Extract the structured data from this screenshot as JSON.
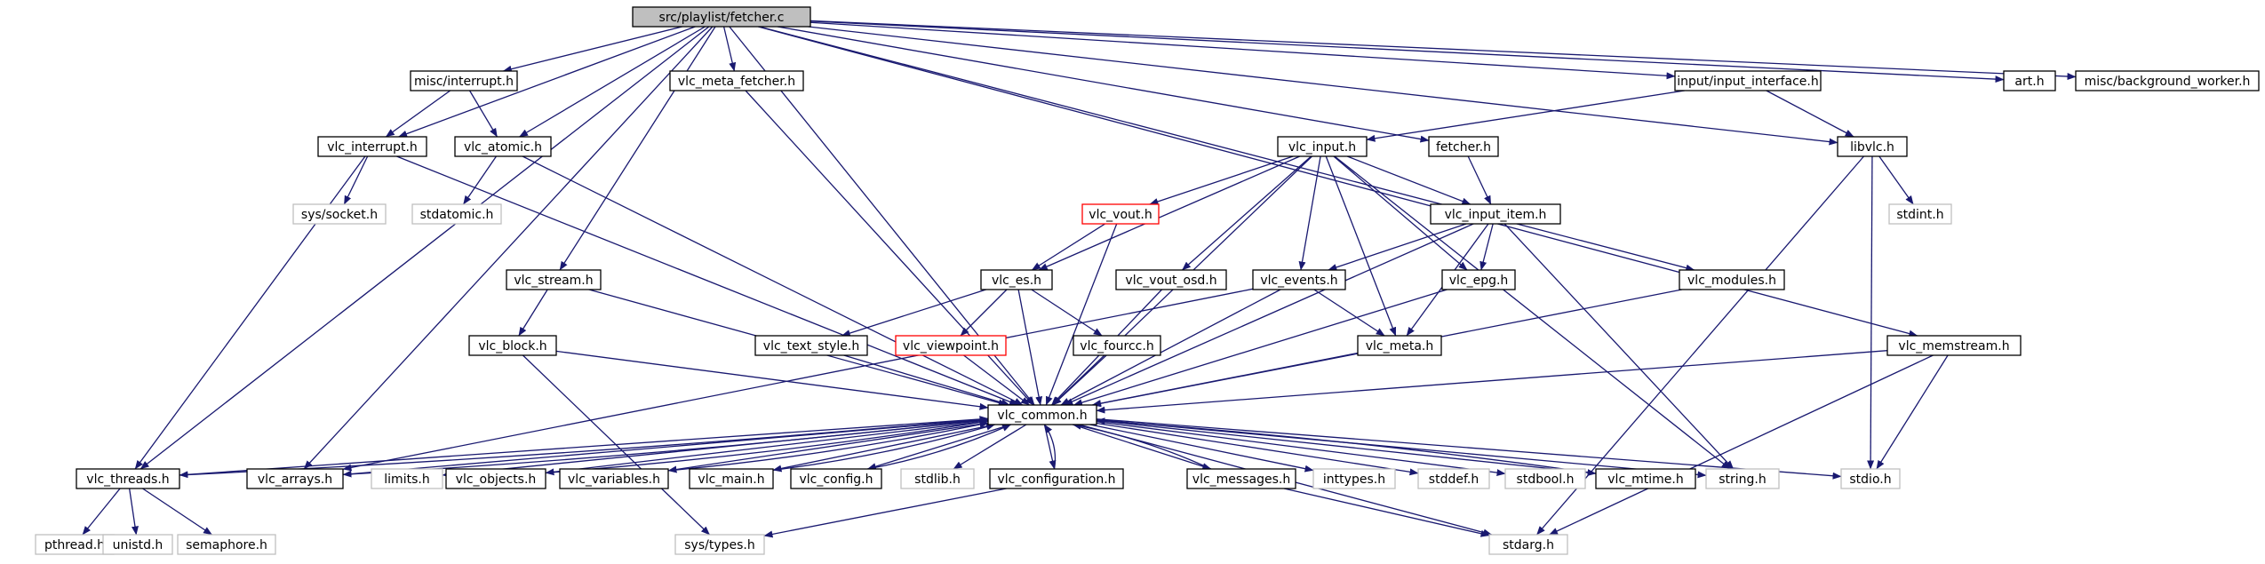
{
  "nodes": [
    {
      "id": "fetcher_c",
      "label": "src/playlist/fetcher.c",
      "kind": "root"
    },
    {
      "id": "misc_interrupt",
      "label": "misc/interrupt.h",
      "kind": "doc"
    },
    {
      "id": "vlc_meta_fetcher",
      "label": "vlc_meta_fetcher.h",
      "kind": "doc"
    },
    {
      "id": "input_interface",
      "label": "input/input_interface.h",
      "kind": "doc"
    },
    {
      "id": "art_h",
      "label": "art.h",
      "kind": "doc"
    },
    {
      "id": "misc_bg",
      "label": "misc/background_worker.h",
      "kind": "doc"
    },
    {
      "id": "vlc_interrupt",
      "label": "vlc_interrupt.h",
      "kind": "doc"
    },
    {
      "id": "vlc_atomic",
      "label": "vlc_atomic.h",
      "kind": "doc"
    },
    {
      "id": "vlc_input",
      "label": "vlc_input.h",
      "kind": "doc"
    },
    {
      "id": "fetcher_h",
      "label": "fetcher.h",
      "kind": "doc"
    },
    {
      "id": "libvlc_h",
      "label": "libvlc.h",
      "kind": "doc"
    },
    {
      "id": "sys_socket",
      "label": "sys/socket.h",
      "kind": "sys"
    },
    {
      "id": "stdatomic",
      "label": "stdatomic.h",
      "kind": "sys"
    },
    {
      "id": "vlc_vout",
      "label": "vlc_vout.h",
      "kind": "red"
    },
    {
      "id": "vlc_input_item",
      "label": "vlc_input_item.h",
      "kind": "doc"
    },
    {
      "id": "stdint",
      "label": "stdint.h",
      "kind": "sys"
    },
    {
      "id": "vlc_stream",
      "label": "vlc_stream.h",
      "kind": "doc"
    },
    {
      "id": "vlc_es",
      "label": "vlc_es.h",
      "kind": "doc"
    },
    {
      "id": "vlc_vout_osd",
      "label": "vlc_vout_osd.h",
      "kind": "doc"
    },
    {
      "id": "vlc_events",
      "label": "vlc_events.h",
      "kind": "doc"
    },
    {
      "id": "vlc_epg",
      "label": "vlc_epg.h",
      "kind": "doc"
    },
    {
      "id": "vlc_modules",
      "label": "vlc_modules.h",
      "kind": "doc"
    },
    {
      "id": "vlc_block",
      "label": "vlc_block.h",
      "kind": "doc"
    },
    {
      "id": "vlc_text_style",
      "label": "vlc_text_style.h",
      "kind": "doc"
    },
    {
      "id": "vlc_viewpoint",
      "label": "vlc_viewpoint.h",
      "kind": "red"
    },
    {
      "id": "vlc_fourcc",
      "label": "vlc_fourcc.h",
      "kind": "doc"
    },
    {
      "id": "vlc_meta",
      "label": "vlc_meta.h",
      "kind": "doc"
    },
    {
      "id": "vlc_memstream",
      "label": "vlc_memstream.h",
      "kind": "doc"
    },
    {
      "id": "vlc_common",
      "label": "vlc_common.h",
      "kind": "doc"
    },
    {
      "id": "vlc_threads",
      "label": "vlc_threads.h",
      "kind": "doc"
    },
    {
      "id": "vlc_arrays",
      "label": "vlc_arrays.h",
      "kind": "doc"
    },
    {
      "id": "limits_h",
      "label": "limits.h",
      "kind": "sys"
    },
    {
      "id": "vlc_objects",
      "label": "vlc_objects.h",
      "kind": "doc"
    },
    {
      "id": "vlc_variables",
      "label": "vlc_variables.h",
      "kind": "doc"
    },
    {
      "id": "vlc_main",
      "label": "vlc_main.h",
      "kind": "doc"
    },
    {
      "id": "vlc_config",
      "label": "vlc_config.h",
      "kind": "doc"
    },
    {
      "id": "stdlib_h",
      "label": "stdlib.h",
      "kind": "sys"
    },
    {
      "id": "vlc_configuration",
      "label": "vlc_configuration.h",
      "kind": "doc"
    },
    {
      "id": "vlc_messages",
      "label": "vlc_messages.h",
      "kind": "doc"
    },
    {
      "id": "inttypes_h",
      "label": "inttypes.h",
      "kind": "sys"
    },
    {
      "id": "stddef_h",
      "label": "stddef.h",
      "kind": "sys"
    },
    {
      "id": "stdbool_h",
      "label": "stdbool.h",
      "kind": "sys"
    },
    {
      "id": "vlc_mtime",
      "label": "vlc_mtime.h",
      "kind": "doc"
    },
    {
      "id": "string_h",
      "label": "string.h",
      "kind": "sys"
    },
    {
      "id": "stdio_h",
      "label": "stdio.h",
      "kind": "sys"
    },
    {
      "id": "pthread_h",
      "label": "pthread.h",
      "kind": "sys"
    },
    {
      "id": "unistd_h",
      "label": "unistd.h",
      "kind": "sys"
    },
    {
      "id": "semaphore_h",
      "label": "semaphore.h",
      "kind": "sys"
    },
    {
      "id": "sys_types",
      "label": "sys/types.h",
      "kind": "sys"
    },
    {
      "id": "stdarg_h",
      "label": "stdarg.h",
      "kind": "sys"
    }
  ],
  "edges": [
    [
      "fetcher_c",
      "misc_interrupt"
    ],
    [
      "fetcher_c",
      "vlc_meta_fetcher"
    ],
    [
      "fetcher_c",
      "input_interface"
    ],
    [
      "fetcher_c",
      "art_h"
    ],
    [
      "fetcher_c",
      "misc_bg"
    ],
    [
      "fetcher_c",
      "vlc_interrupt"
    ],
    [
      "fetcher_c",
      "vlc_atomic"
    ],
    [
      "fetcher_c",
      "fetcher_h"
    ],
    [
      "fetcher_c",
      "libvlc_h"
    ],
    [
      "fetcher_c",
      "vlc_stream"
    ],
    [
      "fetcher_c",
      "vlc_modules"
    ],
    [
      "fetcher_c",
      "vlc_memstream"
    ],
    [
      "fetcher_c",
      "vlc_common"
    ],
    [
      "fetcher_c",
      "vlc_threads"
    ],
    [
      "fetcher_c",
      "vlc_arrays"
    ],
    [
      "misc_interrupt",
      "vlc_interrupt"
    ],
    [
      "misc_interrupt",
      "vlc_atomic"
    ],
    [
      "vlc_meta_fetcher",
      "vlc_common"
    ],
    [
      "input_interface",
      "vlc_input"
    ],
    [
      "input_interface",
      "libvlc_h"
    ],
    [
      "vlc_interrupt",
      "sys_socket"
    ],
    [
      "vlc_interrupt",
      "vlc_common"
    ],
    [
      "vlc_interrupt",
      "vlc_threads"
    ],
    [
      "vlc_atomic",
      "stdatomic"
    ],
    [
      "vlc_atomic",
      "vlc_common"
    ],
    [
      "vlc_input",
      "vlc_vout"
    ],
    [
      "vlc_input",
      "vlc_input_item"
    ],
    [
      "vlc_input",
      "vlc_es"
    ],
    [
      "vlc_input",
      "vlc_vout_osd"
    ],
    [
      "vlc_input",
      "vlc_events"
    ],
    [
      "vlc_input",
      "vlc_epg"
    ],
    [
      "vlc_input",
      "vlc_meta"
    ],
    [
      "vlc_input",
      "string_h"
    ],
    [
      "vlc_input",
      "vlc_common"
    ],
    [
      "fetcher_h",
      "vlc_input_item"
    ],
    [
      "libvlc_h",
      "stdint"
    ],
    [
      "libvlc_h",
      "stdio_h"
    ],
    [
      "libvlc_h",
      "stdarg_h"
    ],
    [
      "vlc_vout",
      "vlc_es"
    ],
    [
      "vlc_vout",
      "vlc_common"
    ],
    [
      "vlc_input_item",
      "vlc_events"
    ],
    [
      "vlc_input_item",
      "vlc_epg"
    ],
    [
      "vlc_input_item",
      "vlc_meta"
    ],
    [
      "vlc_input_item",
      "string_h"
    ],
    [
      "vlc_input_item",
      "vlc_common"
    ],
    [
      "vlc_stream",
      "vlc_block"
    ],
    [
      "vlc_stream",
      "vlc_common"
    ],
    [
      "vlc_es",
      "vlc_text_style"
    ],
    [
      "vlc_es",
      "vlc_viewpoint"
    ],
    [
      "vlc_es",
      "vlc_fourcc"
    ],
    [
      "vlc_es",
      "vlc_common"
    ],
    [
      "vlc_vout_osd",
      "vlc_common"
    ],
    [
      "vlc_events",
      "vlc_meta"
    ],
    [
      "vlc_events",
      "vlc_common"
    ],
    [
      "vlc_events",
      "vlc_arrays"
    ],
    [
      "vlc_epg",
      "vlc_common"
    ],
    [
      "vlc_modules",
      "vlc_common"
    ],
    [
      "vlc_block",
      "sys_types"
    ],
    [
      "vlc_block",
      "vlc_common"
    ],
    [
      "vlc_text_style",
      "vlc_common"
    ],
    [
      "vlc_viewpoint",
      "vlc_common"
    ],
    [
      "vlc_fourcc",
      "vlc_common"
    ],
    [
      "vlc_meta",
      "vlc_common"
    ],
    [
      "vlc_memstream",
      "vlc_common"
    ],
    [
      "vlc_memstream",
      "stdio_h"
    ],
    [
      "vlc_memstream",
      "stdarg_h"
    ],
    [
      "vlc_common",
      "vlc_threads"
    ],
    [
      "vlc_common",
      "vlc_arrays"
    ],
    [
      "vlc_common",
      "limits_h"
    ],
    [
      "vlc_common",
      "vlc_objects"
    ],
    [
      "vlc_common",
      "vlc_variables"
    ],
    [
      "vlc_common",
      "vlc_main"
    ],
    [
      "vlc_common",
      "vlc_config"
    ],
    [
      "vlc_common",
      "stdlib_h"
    ],
    [
      "vlc_common",
      "vlc_configuration"
    ],
    [
      "vlc_common",
      "vlc_messages"
    ],
    [
      "vlc_common",
      "inttypes_h"
    ],
    [
      "vlc_common",
      "stddef_h"
    ],
    [
      "vlc_common",
      "stdbool_h"
    ],
    [
      "vlc_common",
      "vlc_mtime"
    ],
    [
      "vlc_common",
      "string_h"
    ],
    [
      "vlc_common",
      "stdio_h"
    ],
    [
      "vlc_common",
      "stdarg_h"
    ],
    [
      "vlc_threads",
      "vlc_common"
    ],
    [
      "vlc_threads",
      "pthread_h"
    ],
    [
      "vlc_threads",
      "unistd_h"
    ],
    [
      "vlc_threads",
      "semaphore_h"
    ],
    [
      "vlc_arrays",
      "vlc_common"
    ],
    [
      "vlc_objects",
      "vlc_common"
    ],
    [
      "vlc_variables",
      "vlc_common"
    ],
    [
      "vlc_main",
      "vlc_common"
    ],
    [
      "vlc_config",
      "vlc_common"
    ],
    [
      "vlc_configuration",
      "vlc_common"
    ],
    [
      "vlc_configuration",
      "sys_types"
    ],
    [
      "vlc_messages",
      "vlc_common"
    ],
    [
      "vlc_messages",
      "stdarg_h"
    ],
    [
      "vlc_mtime",
      "vlc_common"
    ]
  ]
}
